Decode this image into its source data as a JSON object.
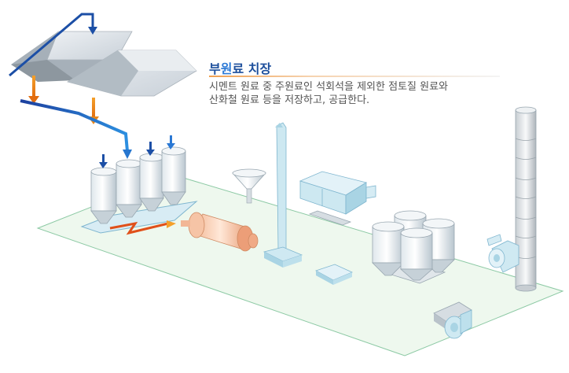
{
  "header": {
    "title_prefix": "부",
    "title_accent": "원",
    "title_suffix": "료 치장",
    "description_line1": "시멘트 원료 중 주원료인 석회석을 제외한 점토질 원료와",
    "description_line2": "산화철 원료 등을 저장하고, 공급한다."
  },
  "colors": {
    "flow_blue": "#1c4fa6",
    "flow_orange": "#f08a1c",
    "floor": "#eef8ee",
    "equipment": "#cfe9f2"
  }
}
